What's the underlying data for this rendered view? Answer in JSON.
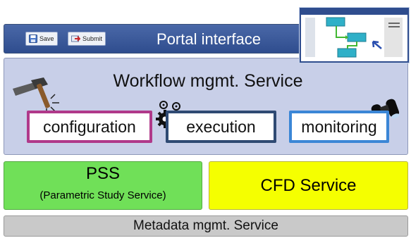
{
  "portal": {
    "title": "Portal interface",
    "save_label": "Save",
    "submit_label": "Submit"
  },
  "workflow_service": {
    "title": "Workflow mgmt. Service",
    "components": {
      "configuration": "configuration",
      "execution": "execution",
      "monitoring": "monitoring"
    }
  },
  "pss": {
    "title": "PSS",
    "subtitle": "(Parametric Study Service)"
  },
  "cfd": {
    "title": "CFD Service"
  },
  "metadata": {
    "title": "Metadata mgmt. Service"
  },
  "colors": {
    "portal_bar": "#2f4d8e",
    "workflow_bg": "#c8cfe8",
    "configuration_border": "#b0398a",
    "execution_border": "#2f4a73",
    "monitoring_border": "#3b86d6",
    "pss_bg": "#70e058",
    "cfd_bg": "#f5ff00",
    "metadata_bg": "#c9c9c9"
  },
  "icons": [
    "save-icon",
    "submit-icon",
    "hammer-icon",
    "gears-icon",
    "binoculars-icon",
    "workflow-thumbnail",
    "cursor-arrow-icon",
    "menu-icon"
  ]
}
